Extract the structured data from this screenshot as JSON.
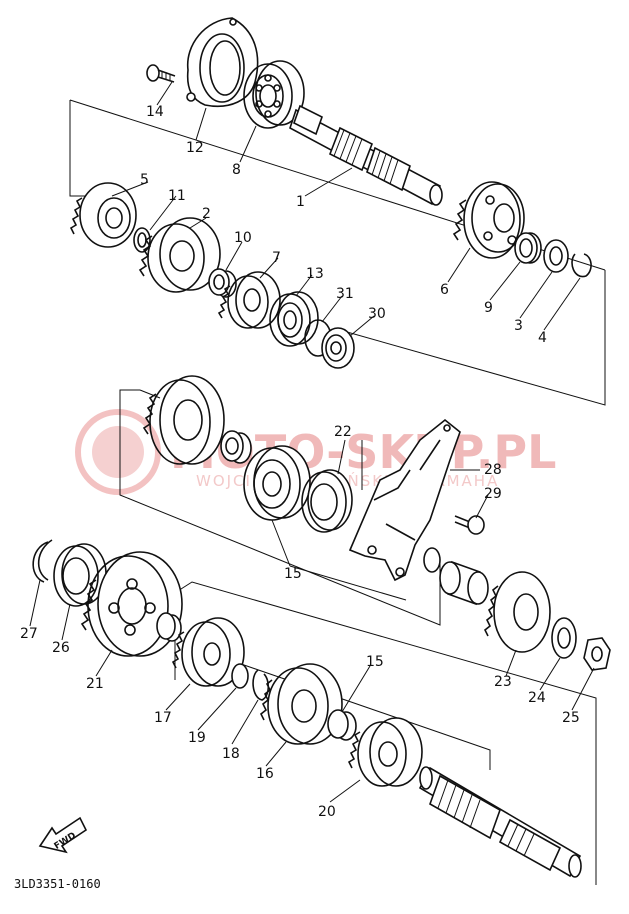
{
  "watermark": {
    "main": "MOTO-SKUP.PL",
    "sub": "WOJCIECH ZIEMIŃSKI ... YAMAHA"
  },
  "fwd_label": "FWD",
  "drawing_code": "3LD3351-0160",
  "callouts": {
    "c1": "1",
    "c2": "2",
    "c3": "3",
    "c4": "4",
    "c5": "5",
    "c6": "6",
    "c7": "7",
    "c8": "8",
    "c9": "9",
    "c10": "10",
    "c11": "11",
    "c12": "12",
    "c13": "13",
    "c14": "14",
    "c15a": "15",
    "c15b": "15",
    "c16": "16",
    "c17": "17",
    "c18": "18",
    "c19": "19",
    "c20": "20",
    "c21": "21",
    "c22": "22",
    "c23": "23",
    "c24": "24",
    "c25": "25",
    "c26": "26",
    "c27": "27",
    "c28": "28",
    "c29": "29",
    "c30": "30",
    "c31": "31"
  }
}
